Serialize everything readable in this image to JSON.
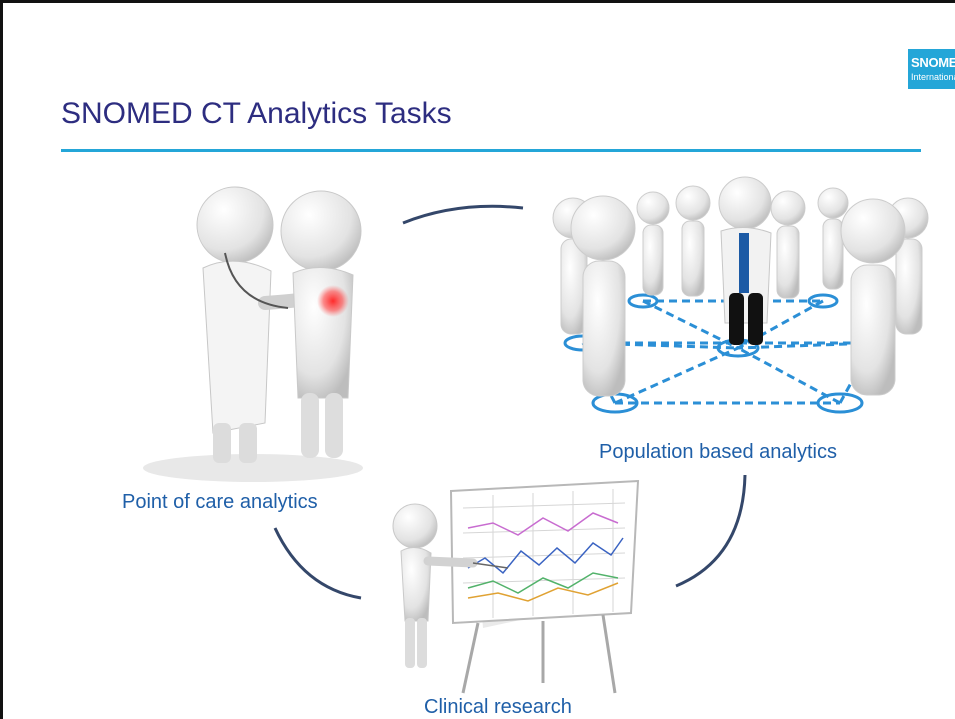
{
  "logo": {
    "title": "SNOMED",
    "subtitle": "International",
    "color": "#24a6d8"
  },
  "slide": {
    "title": "SNOMED CT Analytics Tasks",
    "title_color": "#2d2d80",
    "rule_color": "#24a6d8"
  },
  "labels": {
    "point_of_care": "Point of care analytics",
    "population": "Population based analytics",
    "clinical": "Clinical research",
    "label_color": "#1f5fa8"
  },
  "illustrations": {
    "doctor_patient": "doctor-examining-patient-illustration",
    "population_network": "figures-network-with-doctor-illustration",
    "presenter_chart": "presenter-with-line-chart-illustration"
  },
  "arrow_color": "#34476a"
}
